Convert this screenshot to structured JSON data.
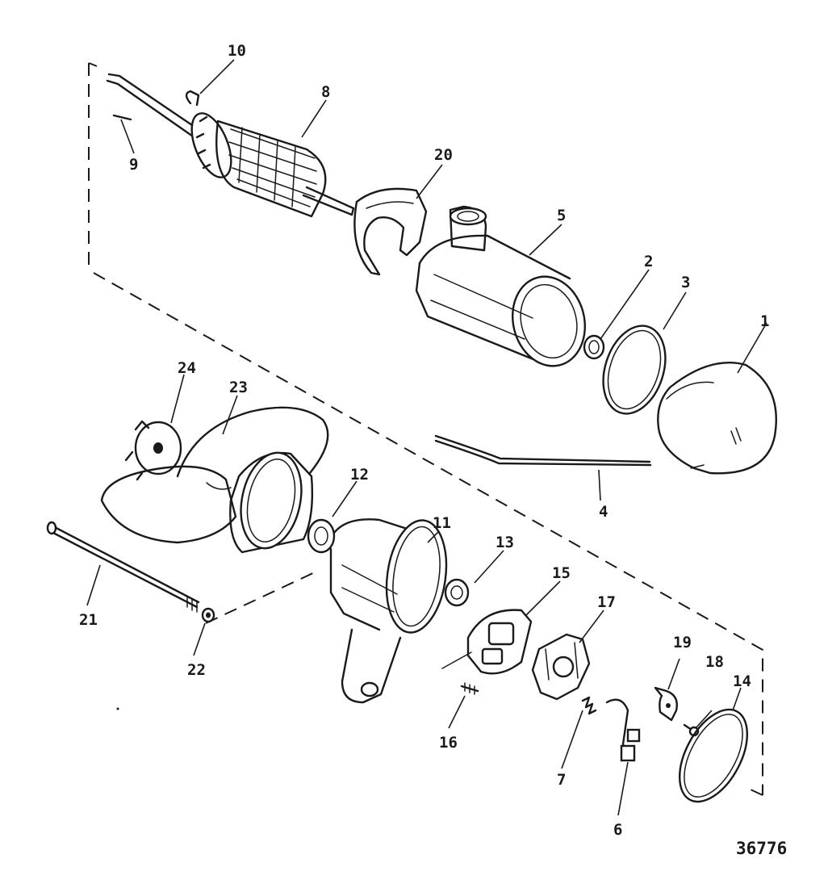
{
  "figure_id": "36776",
  "callouts": [
    {
      "id": "1",
      "text": "1"
    },
    {
      "id": "2",
      "text": "2"
    },
    {
      "id": "3",
      "text": "3"
    },
    {
      "id": "4",
      "text": "4"
    },
    {
      "id": "5",
      "text": "5"
    },
    {
      "id": "6",
      "text": "6"
    },
    {
      "id": "7",
      "text": "7"
    },
    {
      "id": "8",
      "text": "8"
    },
    {
      "id": "9",
      "text": "9"
    },
    {
      "id": "10",
      "text": "10"
    },
    {
      "id": "11",
      "text": "11"
    },
    {
      "id": "12",
      "text": "12"
    },
    {
      "id": "13",
      "text": "13"
    },
    {
      "id": "14",
      "text": "14"
    },
    {
      "id": "15",
      "text": "15"
    },
    {
      "id": "16",
      "text": "16"
    },
    {
      "id": "17",
      "text": "17"
    },
    {
      "id": "18",
      "text": "18"
    },
    {
      "id": "19",
      "text": "19"
    },
    {
      "id": "20",
      "text": "20"
    },
    {
      "id": "21",
      "text": "21"
    },
    {
      "id": "22",
      "text": "22"
    },
    {
      "id": "23",
      "text": "23"
    },
    {
      "id": "24",
      "text": "24"
    }
  ]
}
